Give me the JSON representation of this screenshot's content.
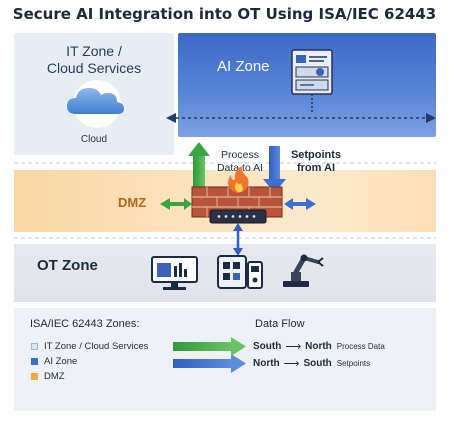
{
  "title": "Secure AI Integration into OT Using ISA/IEC 62443",
  "zones": {
    "it": "IT Zone / Cloud Services",
    "it_line1": "IT Zone /",
    "it_line2": "Cloud Services",
    "cloud_label": "Cloud",
    "ai": "AI Zone",
    "dmz": "DMZ",
    "ot": "OT Zone"
  },
  "labels": {
    "process_line1": "Process",
    "process_line2": "Data to AI",
    "setpoints_line1": "Setpoints",
    "setpoints_line2": "from AI"
  },
  "legend": {
    "zones_heading": "ISA/IEC 62443 Zones:",
    "items": [
      {
        "label": "IT Zone / Cloud Services",
        "color": "#dbe6f3"
      },
      {
        "label": "AI Zone",
        "color": "#3f6fc9"
      },
      {
        "label": "DMZ",
        "color": "#f4a940"
      }
    ],
    "flow_heading": "Data Flow",
    "flows": [
      {
        "from": "South",
        "to": "North",
        "note": "Process Data",
        "color": "#35a43f"
      },
      {
        "from": "North",
        "to": "South",
        "note": "Setpoints",
        "color": "#3b6fd0"
      }
    ]
  },
  "icons": [
    "cloud-icon",
    "ai-server-icon",
    "firewall-icon",
    "fire-icon",
    "switch-icon",
    "monitor-icon",
    "controller-icon",
    "robot-arm-icon"
  ]
}
